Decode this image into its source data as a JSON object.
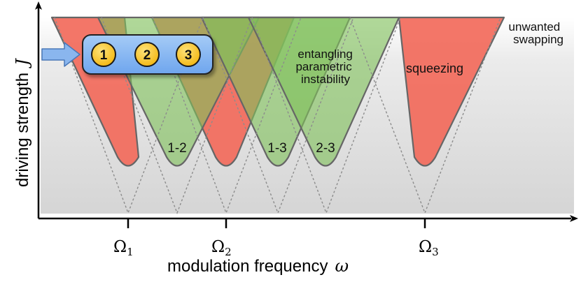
{
  "axes": {
    "ylabel_text": "driving strength",
    "ylabel_symbol": "J",
    "xlabel_text": "modulation frequency",
    "xlabel_symbol": "ω"
  },
  "ticks": [
    {
      "symbol": "Ω",
      "subscript": "1"
    },
    {
      "symbol": "Ω",
      "subscript": "2"
    },
    {
      "symbol": "Ω",
      "subscript": "3"
    }
  ],
  "region_labels": {
    "unwanted_line1": "unwanted",
    "unwanted_line2": "swapping",
    "entangling_line1": "entangling",
    "entangling_line2": "parametric",
    "entangling_line3": "instability",
    "squeezing": "squeezing",
    "pair_12": "1-2",
    "pair_13": "1-3",
    "pair_23": "2-3"
  },
  "chain": {
    "nodes": [
      "1",
      "2",
      "3"
    ]
  },
  "colors": {
    "squeezing_fill": "#f26a5b",
    "entangling_fill": "#8cc864",
    "box_fill": "#7ab0f0",
    "node_fill": "#f7c21c",
    "arrow_fill": "#8ab6ee"
  }
}
